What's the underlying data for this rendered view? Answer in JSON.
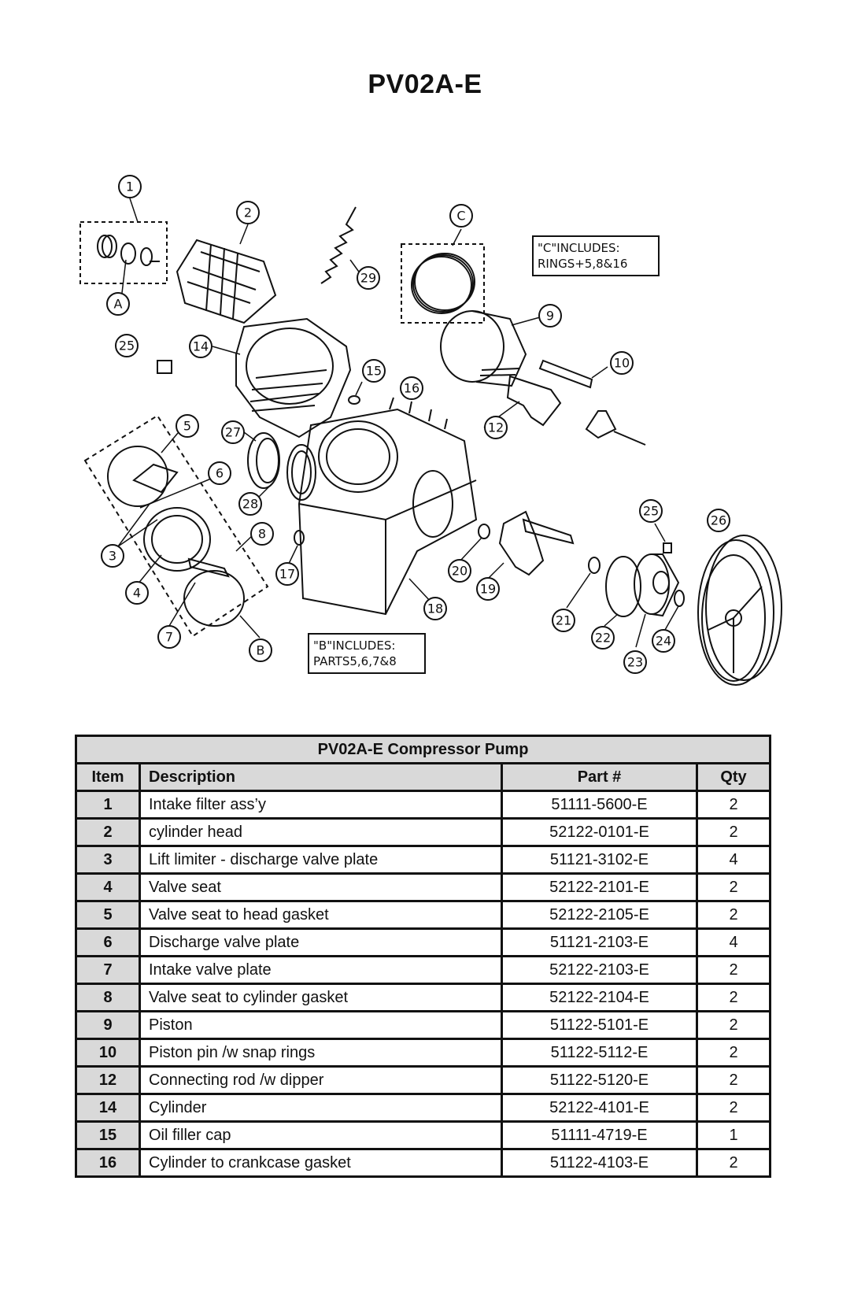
{
  "title": "PV02A-E",
  "notes": {
    "c_note_line1": "\"C\"INCLUDES:",
    "c_note_line2": "RINGS+5,8&16",
    "b_note_line1": "\"B\"INCLUDES:",
    "b_note_line2": "PARTS5,6,7&8"
  },
  "callouts": [
    "1",
    "2",
    "A",
    "C",
    "29",
    "25",
    "14",
    "9",
    "15",
    "16",
    "10",
    "5",
    "27",
    "12",
    "6",
    "28",
    "8",
    "3",
    "17",
    "25",
    "26",
    "20",
    "19",
    "4",
    "18",
    "21",
    "22",
    "24",
    "7",
    "B",
    "23"
  ],
  "table": {
    "caption": "PV02A-E Compressor Pump",
    "headers": {
      "item": "Item",
      "description": "Description",
      "part": "Part #",
      "qty": "Qty"
    },
    "rows": [
      {
        "item": "1",
        "description": "Intake filter ass’y",
        "part": "51111-5600-E",
        "qty": "2"
      },
      {
        "item": "2",
        "description": "cylinder head",
        "part": "52122-0101-E",
        "qty": "2"
      },
      {
        "item": "3",
        "description": "Lift limiter - discharge valve plate",
        "part": "51121-3102-E",
        "qty": "4"
      },
      {
        "item": "4",
        "description": "Valve seat",
        "part": "52122-2101-E",
        "qty": "2"
      },
      {
        "item": "5",
        "description": "Valve seat to head gasket",
        "part": "52122-2105-E",
        "qty": "2"
      },
      {
        "item": "6",
        "description": "Discharge valve plate",
        "part": "51121-2103-E",
        "qty": "4"
      },
      {
        "item": "7",
        "description": "Intake valve plate",
        "part": "52122-2103-E",
        "qty": "2"
      },
      {
        "item": "8",
        "description": "Valve seat to cylinder gasket",
        "part": "52122-2104-E",
        "qty": "2"
      },
      {
        "item": "9",
        "description": "Piston",
        "part": "51122-5101-E",
        "qty": "2"
      },
      {
        "item": "10",
        "description": "Piston pin /w snap rings",
        "part": "51122-5112-E",
        "qty": "2"
      },
      {
        "item": "12",
        "description": "Connecting rod /w dipper",
        "part": "51122-5120-E",
        "qty": "2"
      },
      {
        "item": "14",
        "description": "Cylinder",
        "part": "52122-4101-E",
        "qty": "2"
      },
      {
        "item": "15",
        "description": "Oil filler cap",
        "part": "51111-4719-E",
        "qty": "1"
      },
      {
        "item": "16",
        "description": "Cylinder to crankcase gasket",
        "part": "51122-4103-E",
        "qty": "2"
      }
    ]
  }
}
